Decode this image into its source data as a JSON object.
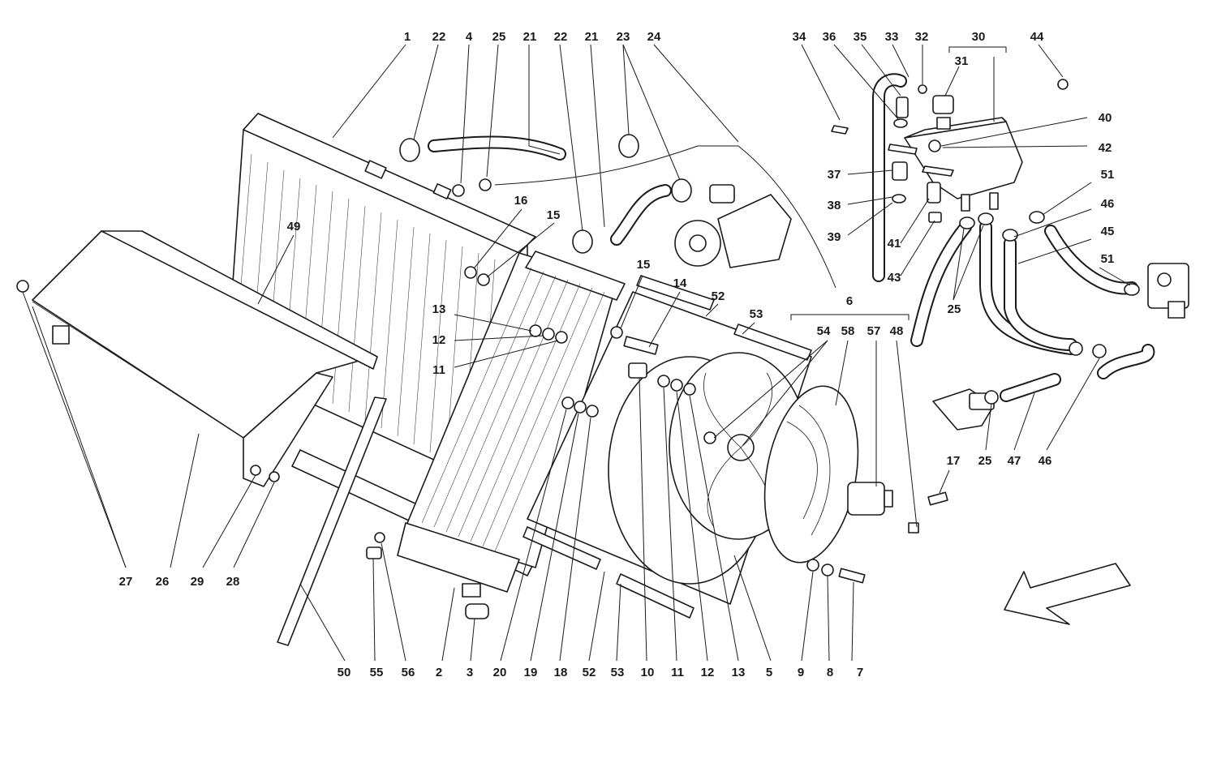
{
  "labels": {
    "p1": "1",
    "p2": "2",
    "p3": "3",
    "p4": "4",
    "p5": "5",
    "p6": "6",
    "p7": "7",
    "p8": "8",
    "p9": "9",
    "p10": "10",
    "p11a": "11",
    "p11b": "11",
    "p12a": "12",
    "p12b": "12",
    "p13a": "13",
    "p13b": "13",
    "p14": "14",
    "p15a": "15",
    "p15b": "15",
    "p16": "16",
    "p17": "17",
    "p18": "18",
    "p19": "19",
    "p20": "20",
    "p21a": "21",
    "p21b": "21",
    "p22a": "22",
    "p22b": "22",
    "p23": "23",
    "p24": "24",
    "p25a": "25",
    "p25b": "25",
    "p25c": "25",
    "p26": "26",
    "p27": "27",
    "p28": "28",
    "p29": "29",
    "p30": "30",
    "p31": "31",
    "p32": "32",
    "p33": "33",
    "p34": "34",
    "p35": "35",
    "p36": "36",
    "p37": "37",
    "p38": "38",
    "p39": "39",
    "p40": "40",
    "p41": "41",
    "p42": "42",
    "p43": "43",
    "p44": "44",
    "p45": "45",
    "p46a": "46",
    "p46b": "46",
    "p47": "47",
    "p48": "48",
    "p49": "49",
    "p50": "50",
    "p51a": "51",
    "p51b": "51",
    "p52a": "52",
    "p52b": "52",
    "p53a": "53",
    "p53b": "53",
    "p54": "54",
    "p55": "55",
    "p56": "56",
    "p57": "57",
    "p58": "58"
  },
  "icons": {
    "direction": "arrow-left-down-icon"
  }
}
